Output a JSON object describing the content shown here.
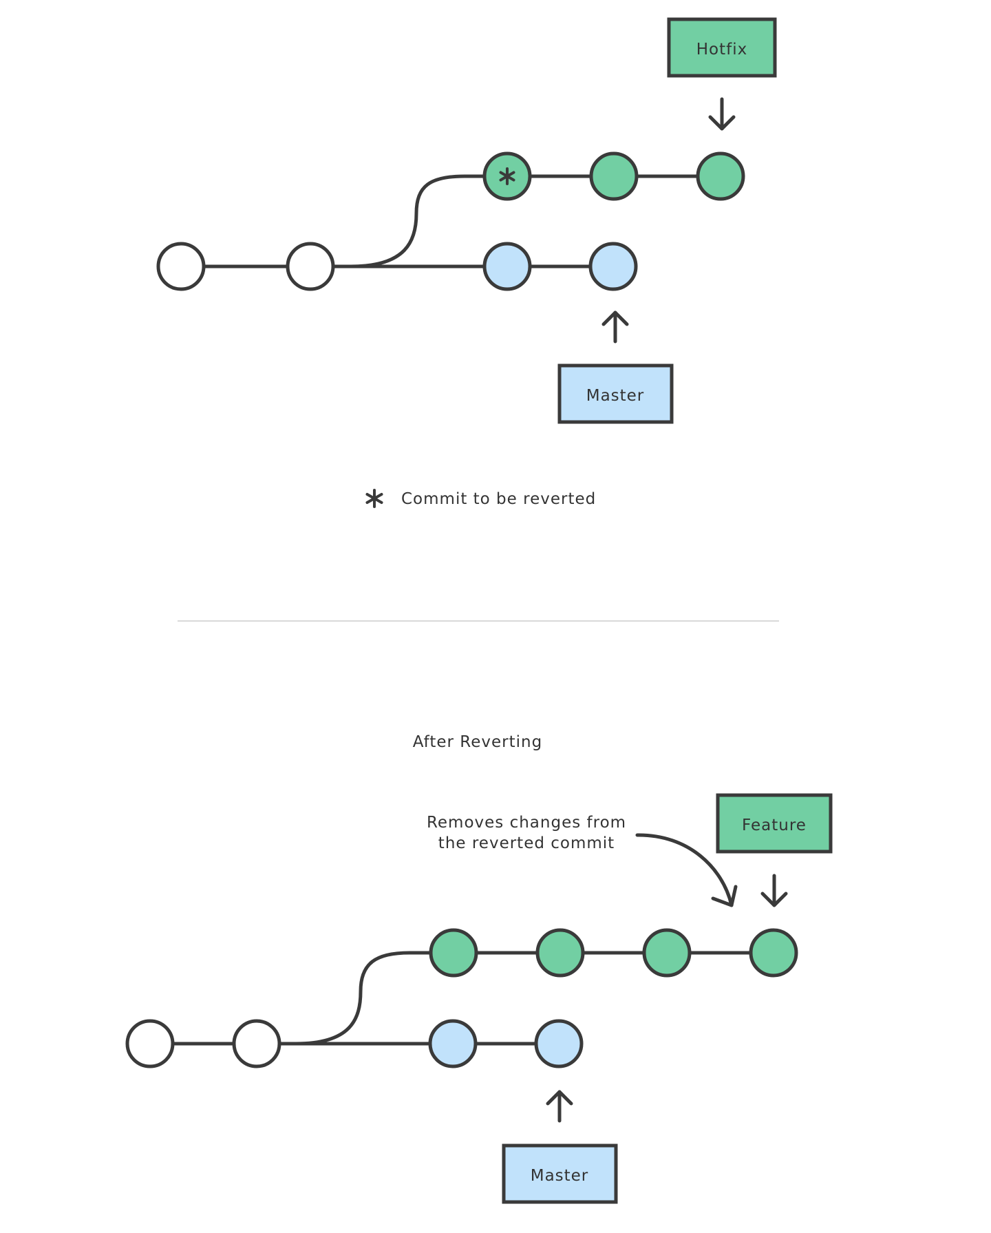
{
  "colors": {
    "stroke": "#3a3a3a",
    "commit_plain": "#ffffff",
    "commit_feature": "#72cfa3",
    "commit_master": "#c1e2fb",
    "divider": "#d9d9d9",
    "text": "#333333"
  },
  "top": {
    "hotfix_label": "Hotfix",
    "master_label": "Master",
    "legend_text": "Commit to be reverted",
    "legend_icon": "asterisk-icon"
  },
  "bottom": {
    "title": "After Reverting",
    "annotation_line1": "Removes changes from",
    "annotation_line2": "the reverted commit",
    "feature_label": "Feature",
    "master_label": "Master"
  }
}
